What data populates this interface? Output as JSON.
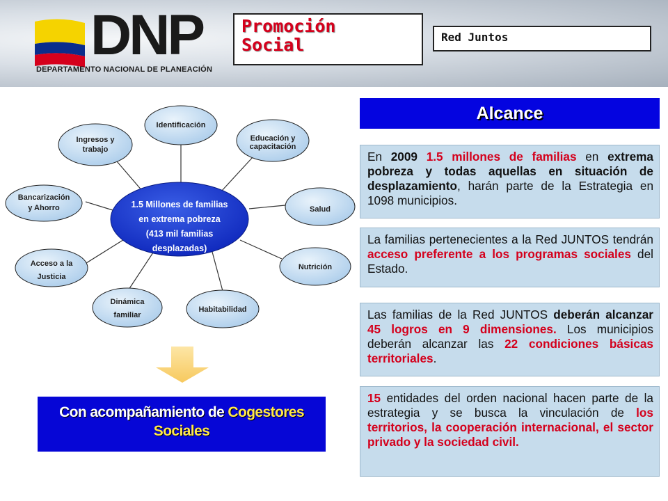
{
  "header": {
    "logo_word": "DNP",
    "logo_subtitle": "DEPARTAMENTO NACIONAL DE PLANEACIÓN",
    "title_line1": "Promoción",
    "title_line2": "Social",
    "subtitle": "Red Juntos"
  },
  "colors": {
    "flag_yellow": "#f5d300",
    "flag_blue": "#0a2d8c",
    "flag_red": "#d6001c",
    "accent_blue": "#0404e0",
    "accent_red": "#d4001c",
    "card_bg": "#c6dcec",
    "node_blue": "#0a2ec6",
    "node_light": "#bcd8f0"
  },
  "diagram": {
    "center": {
      "line1": "1.5 Millones de familias",
      "line2": "en extrema pobreza",
      "line3": "(413 mil familias",
      "line4": "desplazadas)"
    },
    "nodes": [
      {
        "id": "identificacion",
        "line1": "Identificación",
        "line2": ""
      },
      {
        "id": "educacion",
        "line1": "Educación y",
        "line2": "capacitación"
      },
      {
        "id": "salud",
        "line1": "Salud",
        "line2": ""
      },
      {
        "id": "nutricion",
        "line1": "Nutrición",
        "line2": ""
      },
      {
        "id": "habitabilidad",
        "line1": "Habitabilidad",
        "line2": ""
      },
      {
        "id": "dinamica",
        "line1": "Dinámica",
        "line2": "familiar"
      },
      {
        "id": "acceso",
        "line1": "Acceso a la",
        "line2": "Justicia"
      },
      {
        "id": "bancarizacion",
        "line1": "Bancarización",
        "line2": "y Ahorro"
      },
      {
        "id": "ingresos",
        "line1": "Ingresos y",
        "line2": "trabajo"
      }
    ]
  },
  "cogestores": {
    "part1": "Con acompañamiento de ",
    "part2": "Cogestores",
    "part3": "Sociales"
  },
  "alcance": {
    "title": "Alcance"
  },
  "cards": {
    "c1": {
      "t1": "En ",
      "t2": "2009",
      "t3": "1.5 millones de familias",
      "t4": " en ",
      "t5": "extrema pobreza y todas aquellas en situación de desplazamiento",
      "t6": ", harán parte de la Estrategia en 1098 municipios."
    },
    "c2": {
      "t1": "La familias pertenecientes a la Red JUNTOS tendrán ",
      "t2": "acceso preferente a los programas sociales",
      "t3": " del Estado."
    },
    "c3": {
      "t1": "Las familias de la Red JUNTOS ",
      "t2": "deberán alcanzar",
      "t3": "45 logros en 9 dimensiones.",
      "t4": " Los municipios deberán alcanzar las ",
      "t5": "22 condiciones básicas territoriales",
      "t6": "."
    },
    "c4": {
      "t1": "15",
      "t2": " entidades del orden nacional hacen parte de la estrategia y se busca la vinculación de ",
      "t3": "los territorios, la cooperación internacional, el sector privado y la sociedad civil."
    }
  }
}
